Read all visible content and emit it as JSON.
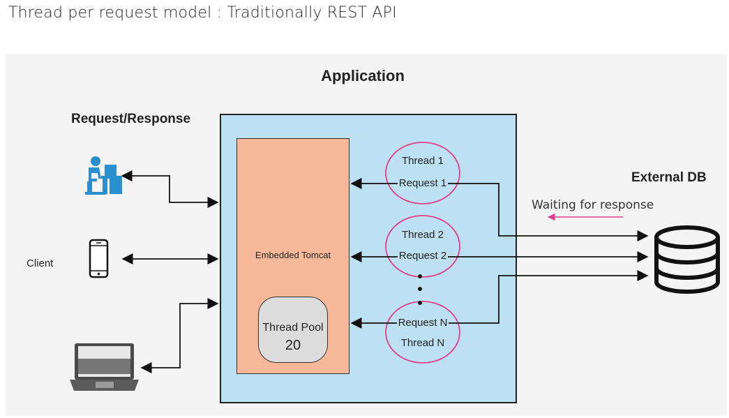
{
  "slide": {
    "title": "Thread per request model : Traditionally REST API"
  },
  "diagram": {
    "application_label": "Application",
    "request_response_label": "Request/Response",
    "client_label": "Client",
    "external_db_label": "External DB",
    "waiting_label": "Waiting for response",
    "tomcat_label": "Embedded Tomcat",
    "thread_pool": {
      "label": "Thread Pool",
      "size": "20"
    },
    "threads": [
      {
        "thread": "Thread 1",
        "request": "Request 1"
      },
      {
        "thread": "Thread 2",
        "request": "Request 2"
      },
      {
        "thread": "Thread N",
        "request": "Request N"
      }
    ],
    "colors": {
      "application_fill": "#bde0f3",
      "tomcat_fill": "#f8b99a",
      "thread_pool_fill": "#dcdcdc",
      "thread_outline": "#e0408a",
      "waiting_arrow": "#e0408a",
      "client_icon": "#2a8fcf"
    },
    "icons": [
      "desktop-user-icon",
      "smartphone-icon",
      "laptop-icon",
      "database-icon"
    ]
  }
}
